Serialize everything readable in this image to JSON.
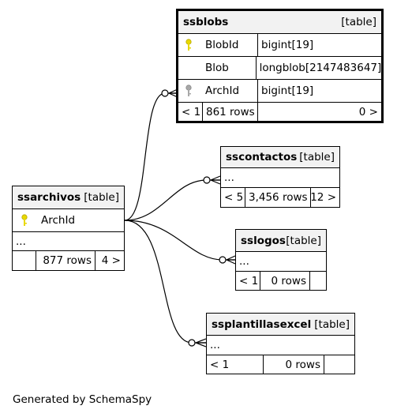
{
  "tables": {
    "ssblobs": {
      "name": "ssblobs",
      "type": "[table]",
      "columns": [
        {
          "name": "BlobId",
          "dtype": "bigint[19]",
          "key": "primary"
        },
        {
          "name": "Blob",
          "dtype": "longblob[2147483647]",
          "key": "none"
        },
        {
          "name": "ArchId",
          "dtype": "bigint[19]",
          "key": "foreign"
        }
      ],
      "footer": {
        "parents": "< 1",
        "rows": "861 rows",
        "children": "0 >"
      }
    },
    "sscontactos": {
      "name": "sscontactos",
      "type": "[table]",
      "ellipsis": "...",
      "footer": {
        "parents": "< 5",
        "rows": "3,456 rows",
        "children": "12 >"
      }
    },
    "ssarchivos": {
      "name": "ssarchivos",
      "type": "[table]",
      "columns": [
        {
          "name": "ArchId",
          "key": "primary"
        }
      ],
      "ellipsis": "...",
      "footer": {
        "parents": "",
        "rows": "877 rows",
        "children": "4 >"
      }
    },
    "sslogos": {
      "name": "sslogos",
      "type": "[table]",
      "ellipsis": "...",
      "footer": {
        "parents": "< 1",
        "rows": "0 rows",
        "children": ""
      }
    },
    "ssplantillasexcel": {
      "name": "ssplantillasexcel",
      "type": "[table]",
      "ellipsis": "...",
      "footer": {
        "parents": "< 1",
        "rows": "0 rows",
        "children": ""
      }
    }
  },
  "relationships": [
    {
      "from": "ssarchivos",
      "to": "ssblobs"
    },
    {
      "from": "ssarchivos",
      "to": "sscontactos"
    },
    {
      "from": "ssarchivos",
      "to": "sslogos"
    },
    {
      "from": "ssarchivos",
      "to": "ssplantillasexcel"
    }
  ],
  "colors": {
    "header_bg": "#f2f2f2",
    "primary_key": "#e8d800",
    "foreign_key": "#a8a8a8"
  },
  "generated_by": "Generated by SchemaSpy"
}
